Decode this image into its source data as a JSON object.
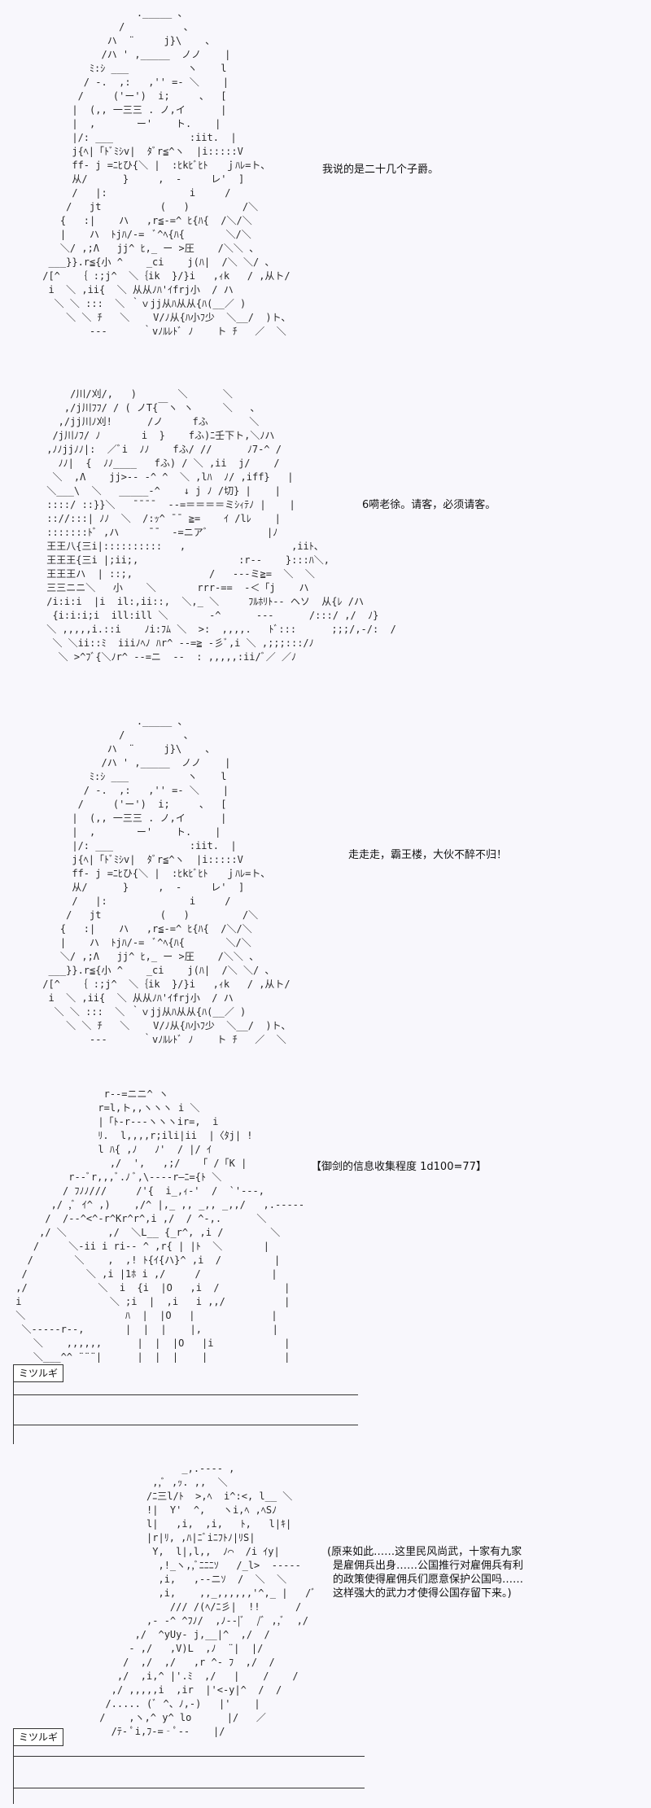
{
  "panels": [
    {
      "speech": "我说的是二十几个子爵。"
    },
    {
      "speech": "6嗬老徐。请客，必须请客。"
    },
    {
      "speech": "走走走，霸王楼，大伙不醉不归！"
    },
    {
      "info": "【御剑的信息收集程度 1d100=77】",
      "name": "ミツルギ"
    },
    {
      "speech_lines": [
        "(原来如此……这里民风尚武，十家有九家",
        "是雇佣兵出身……公国推行对雇佣兵有利",
        "的政策使得雇佣兵们愿意保护公国吗……",
        "这样强大的武力才使得公国存留下来。)"
      ],
      "name": "ミツルギ"
    }
  ]
}
